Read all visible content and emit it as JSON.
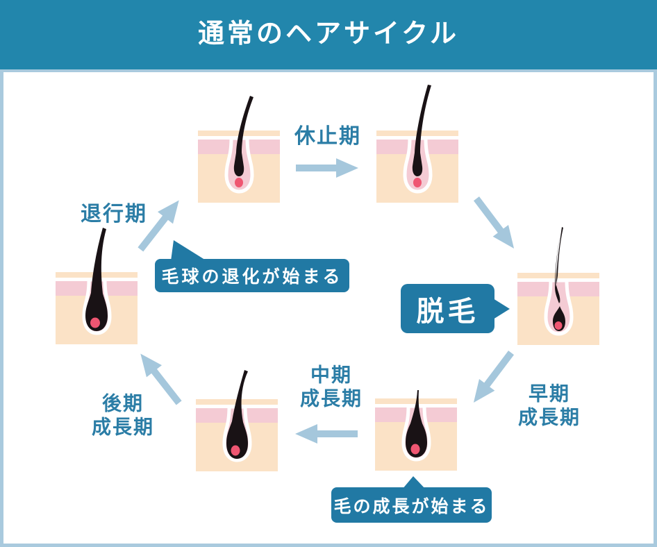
{
  "header": {
    "title": "通常のヘアサイクル"
  },
  "stages": {
    "resting": {
      "label": "休止期"
    },
    "regression": {
      "label": "退行期"
    },
    "early_growth": {
      "line1": "早期",
      "line2": "成長期"
    },
    "mid_growth": {
      "line1": "中期",
      "line2": "成長期"
    },
    "late_growth": {
      "line1": "後期",
      "line2": "成長期"
    }
  },
  "callouts": {
    "shedding": {
      "label": "脱毛"
    },
    "bulb_regression": {
      "label": "毛球の退化が始まる"
    },
    "growth_begins": {
      "label": "毛の成長が始まる"
    }
  },
  "colors": {
    "header_bg": "#2286ac",
    "page_bg": "#a9cade",
    "card_bg": "#ffffff",
    "callout_bg": "#2179a4",
    "label_text": "#2b7da6",
    "arrow": "#a5c7dc",
    "skin_peach": "#fbe2c6",
    "skin_pink": "#f4cbd4",
    "papilla_pink": "#ef5672",
    "hair_black": "#191215"
  },
  "diagram": {
    "type": "cycle",
    "step_count": 6
  }
}
